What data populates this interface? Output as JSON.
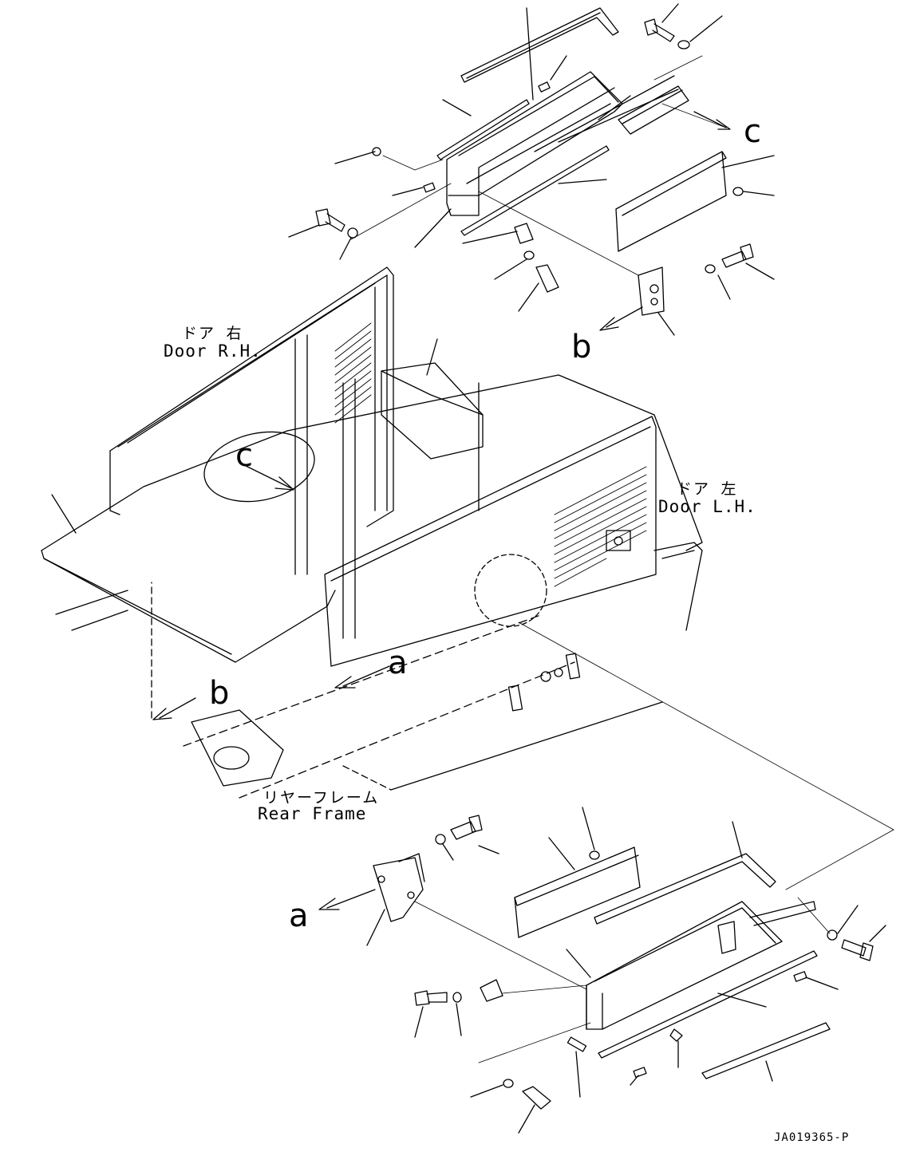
{
  "labels": {
    "door_rh_jp": "ドア 右",
    "door_rh_en": "Door R.H.",
    "door_lh_jp": "ドア 左",
    "door_lh_en": "Door L.H.",
    "rear_frame_jp": "リヤーフレーム",
    "rear_frame_en": "Rear Frame",
    "ref_a": "a",
    "ref_b": "b",
    "ref_c": "c",
    "drawing_code": "JA019365-P"
  },
  "colors": {
    "line": "#000000",
    "background": "#ffffff"
  }
}
